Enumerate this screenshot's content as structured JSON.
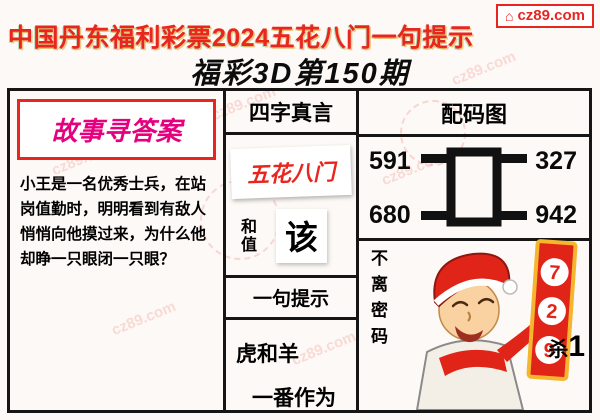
{
  "logo": {
    "icon": "house",
    "icon_glyph": "⌂",
    "text": "cz89.com"
  },
  "header": {
    "title": "中国丹东福利彩票2024五花八门一句提示",
    "issue": "福彩3D第150期"
  },
  "story": {
    "header": "故事寻答案",
    "body": "小王是一名优秀士兵，在站岗值勤时，明明看到有敌人悄悄向他摸过来，为什么他却睁一只眼闭一只眼？"
  },
  "mantra": {
    "header": "四字真言",
    "value": "五花八门",
    "sum_label": "和值",
    "sum_value": "该"
  },
  "hint": {
    "header": "一句提示",
    "line1": "虎和羊",
    "line2": "一番作为"
  },
  "code_map": {
    "header": "配码图",
    "top_left": "591",
    "top_right": "327",
    "bottom_left": "680",
    "bottom_right": "942",
    "side_label": "不离密码",
    "banner_digits": [
      "7",
      "2",
      "9"
    ],
    "kill_label": "杀",
    "kill_number": "1"
  },
  "watermark": {
    "text": "cz89.com"
  },
  "colors": {
    "red": "#e8251f",
    "magenta": "#e5007e",
    "gold": "#f5b52e"
  }
}
